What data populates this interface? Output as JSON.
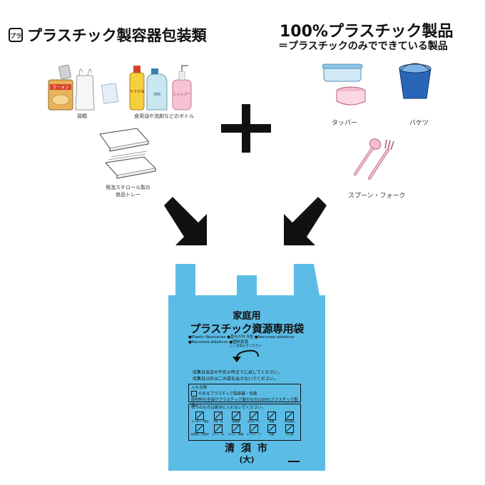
{
  "left_header": {
    "mark": "プラ",
    "title": "プラスチック製容器包装類"
  },
  "right_header": {
    "title": "100%プラスチック製品",
    "subtitle": "＝プラスチックのみでできている製品"
  },
  "left_items": {
    "bags_caption": "袋類",
    "bottles_caption": "食用油や洗剤などのボトル",
    "tray_caption_line1": "発泡スチロール製の",
    "tray_caption_line2": "食品トレー",
    "ramen_label": "ラーメン",
    "bottle_label_a": "サラダ油",
    "bottle_label_b": "洗剤",
    "bottle_label_c": "シャンプー"
  },
  "right_items": {
    "tupper_caption": "タッパー",
    "bucket_caption": "バケツ",
    "spoon_caption": "スプーン・フォーク"
  },
  "bag": {
    "line1": "家庭用",
    "line2": "プラスチック資源専用袋",
    "langs": [
      "●Plastic Resources",
      "●플라스틱 자원",
      "●Recursos plásticos",
      "●Recursos plásticos",
      "●塑料资源"
    ],
    "tie_note": "ここを結んでください",
    "collection_1": "収集日当日の午前８時までに出してください。",
    "collection_2": "収集日以外はごみ袋を出さないでください。",
    "put_title": "入れる物",
    "put_1": "のあるプラスチック製容器・包装",
    "put_2": "原材料の全部がプラスチック製のもの(100%プラスチック製品)",
    "no_title": "以下のものは絶対に入れないでください。",
    "no_items": [
      "ライター・電池",
      "刃物・針",
      "金属類",
      "汚れたプラ",
      "紙類",
      "電化製品",
      "乾電池・充電池",
      "スプレー缶",
      "ガラス・陶器",
      "ビデオテープ",
      "布類",
      "その他"
    ],
    "city": "清 須 市",
    "size": "(大)",
    "bag_color": "#5bbde6"
  }
}
